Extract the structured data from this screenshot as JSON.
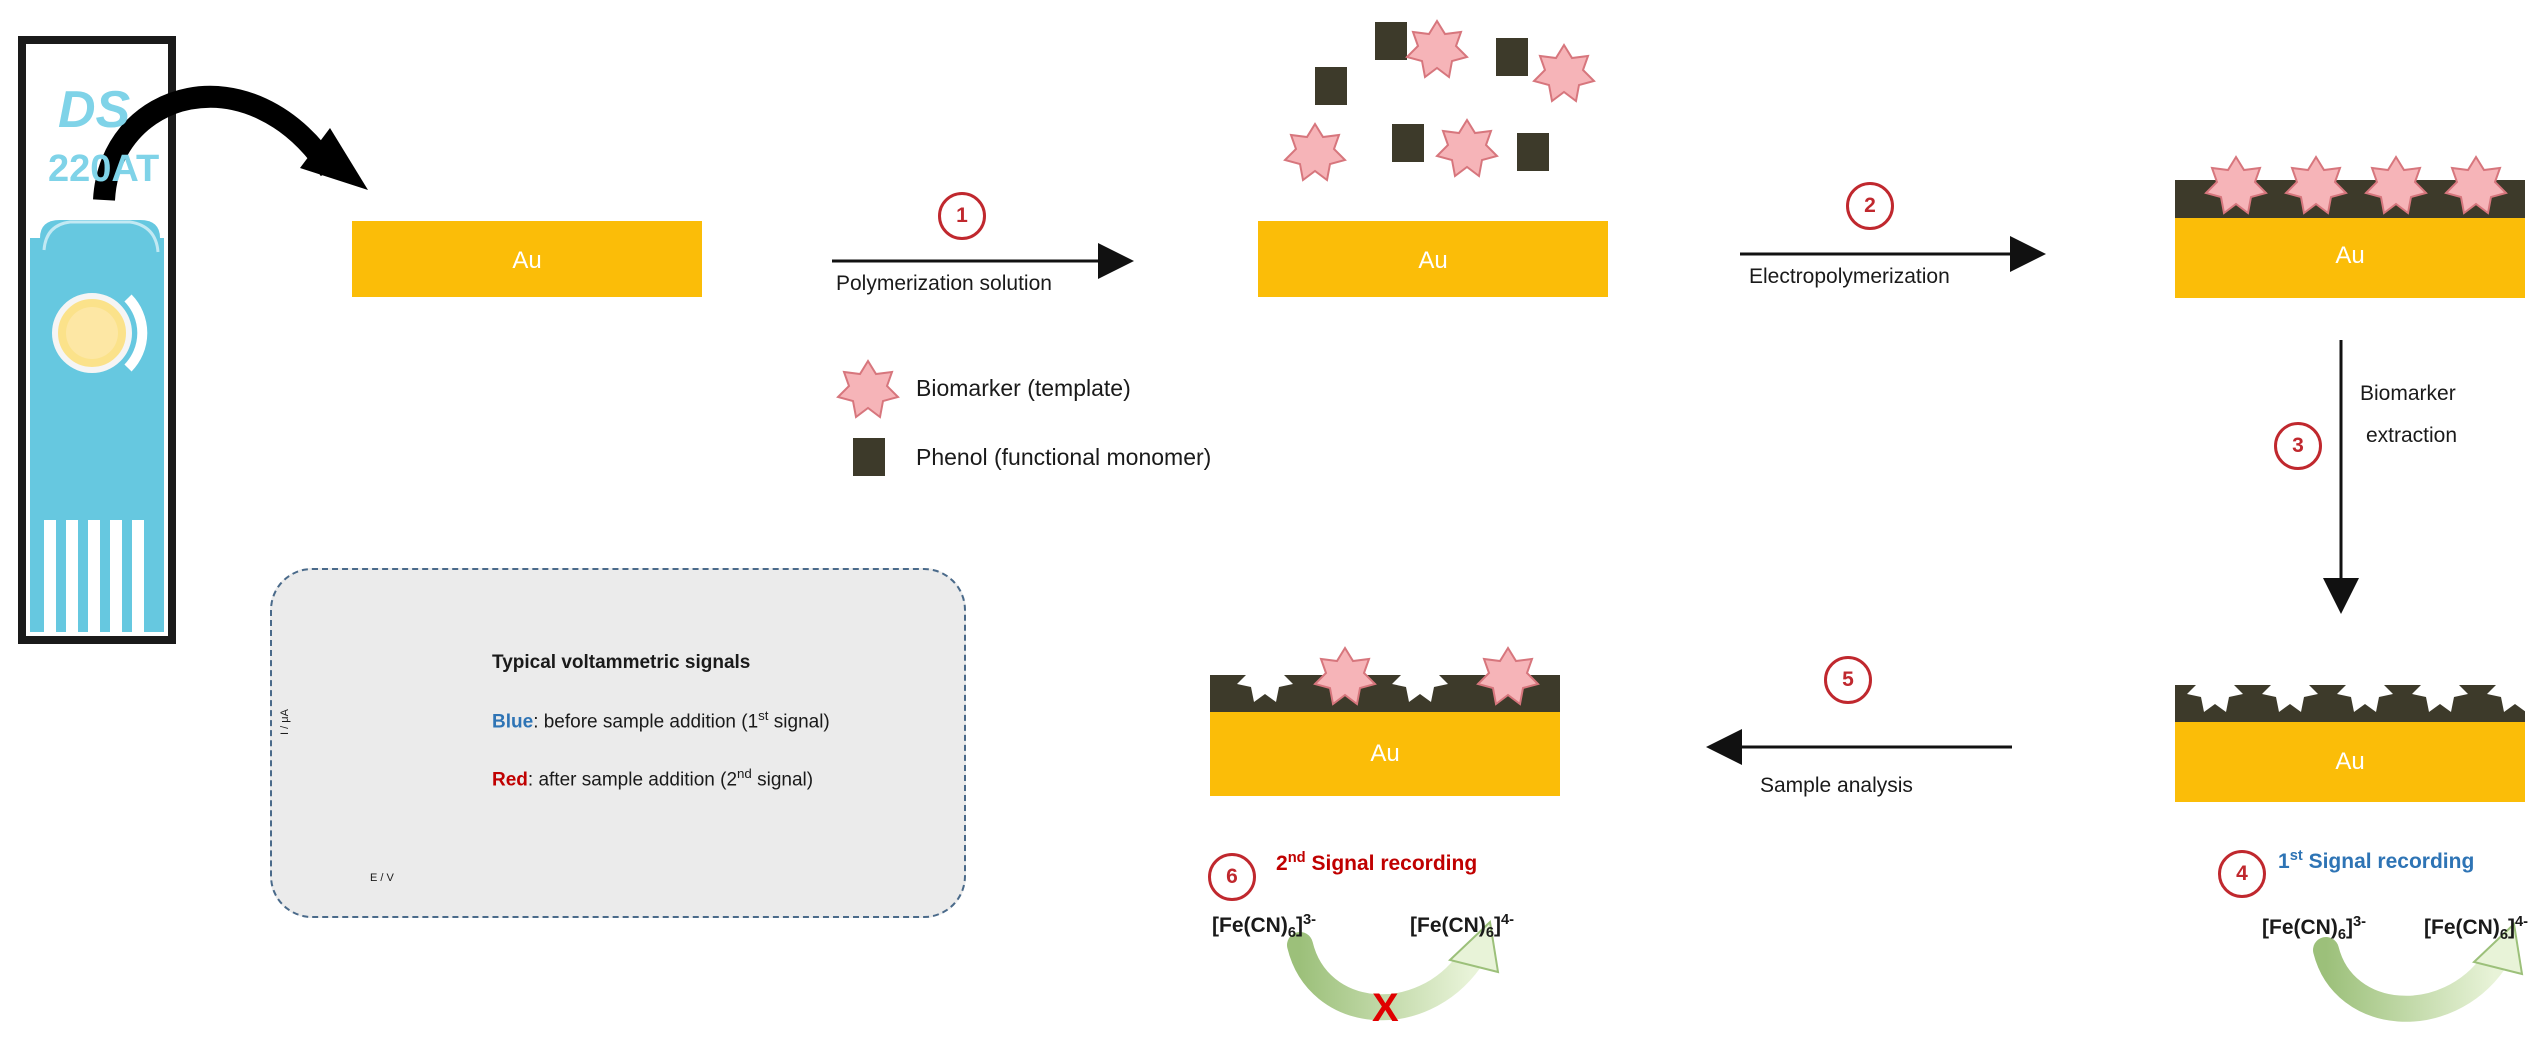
{
  "electrode": {
    "logo": "DS",
    "code": "220AT"
  },
  "au_label": "Au",
  "steps": [
    {
      "number": "1",
      "label": "Polymerization solution"
    },
    {
      "number": "2",
      "label": "Electropolymerization"
    },
    {
      "number": "3",
      "label_line1": "Biomarker",
      "label_line2": "extraction"
    },
    {
      "number": "4",
      "label": "1st Signal recording",
      "label_main": "1",
      "label_sup": "st",
      "label_rest": " Signal recording"
    },
    {
      "number": "5",
      "label": "Sample analysis"
    },
    {
      "number": "6",
      "label": "2nd Signal recording",
      "label_main": "2",
      "label_sup": "nd",
      "label_rest": " Signal recording"
    }
  ],
  "legend": {
    "biomarker": "Biomarker (template)",
    "phenol": "Phenol (functional monomer)"
  },
  "inset": {
    "title": "Typical voltammetric signals",
    "blue_key": "Blue",
    "blue_text": ": before sample addition (1",
    "blue_sup": "st",
    "blue_end": " signal)",
    "red_key": "Red",
    "red_text": ": after sample addition (2",
    "red_sup": "nd",
    "red_end": " signal)",
    "y_axis": "I / μA",
    "x_axis": "E / V"
  },
  "redox": {
    "ox": "[Fe(CN)",
    "ox_sub": "6",
    "ox_close": "]",
    "ox_charge": "3-",
    "red": "[Fe(CN)",
    "red_sub": "6",
    "red_close": "]",
    "red_charge": "4-",
    "blocked_mark": "X"
  },
  "colors": {
    "gold": "#fbbd08",
    "polymer": "#3d3a2a",
    "template": "#f6b4b8",
    "step_circle": "#c0282e",
    "blue_signal": "#2e74b5",
    "red_signal": "#c00000",
    "curve_blue": "#5b9bd5",
    "curve_red": "#e02020",
    "electrode_body": "#66c8e0"
  }
}
